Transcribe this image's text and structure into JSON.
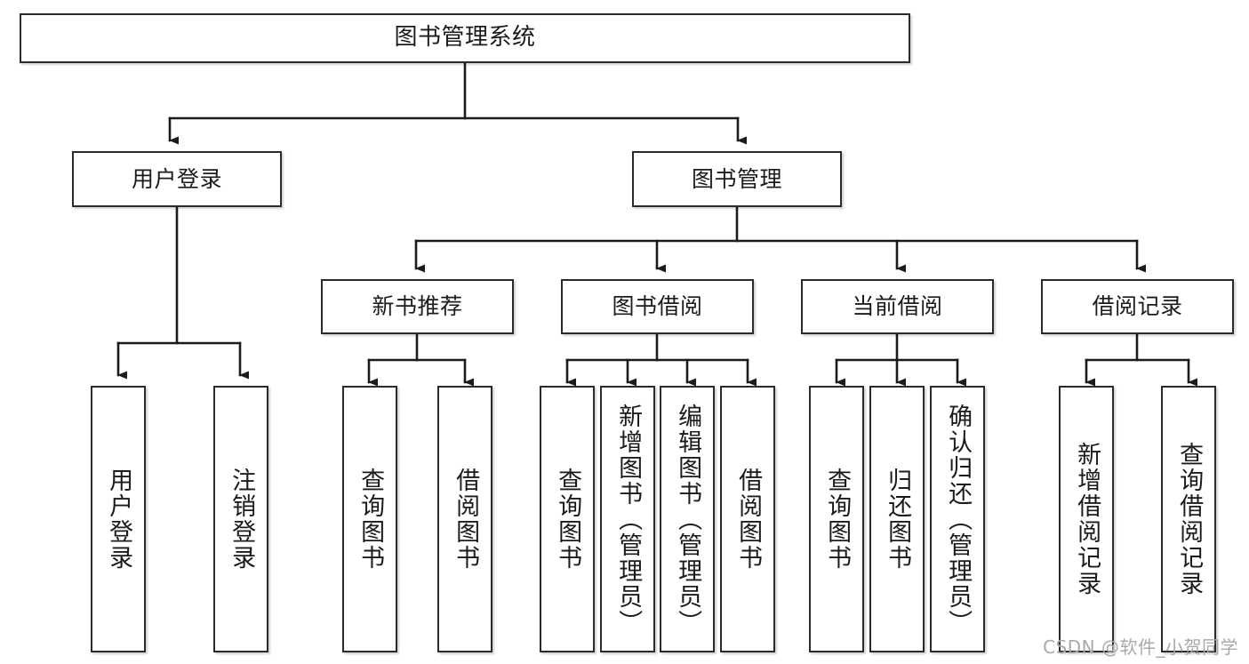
{
  "diagram": {
    "title": "图书管理系统",
    "type": "tree",
    "colors": {
      "box_border": "#2b2b2b",
      "box_fill": "#ffffff",
      "connector": "#1b1b1b",
      "text": "#1b1b1b",
      "watermark": "#a9a9a9",
      "background": "#ffffff"
    },
    "nodes": {
      "root": {
        "label": "图书管理系统"
      },
      "level2": [
        {
          "label": "用户登录"
        },
        {
          "label": "图书管理"
        }
      ],
      "level3": [
        {
          "label": "新书推荐"
        },
        {
          "label": "图书借阅"
        },
        {
          "label": "当前借阅"
        },
        {
          "label": "借阅记录"
        }
      ],
      "leaves": {
        "user_login": [
          {
            "label": "用户登录"
          },
          {
            "label": "注销登录"
          }
        ],
        "new_book_recommend": [
          {
            "label": "查询图书"
          },
          {
            "label": "借阅图书"
          }
        ],
        "book_borrow": [
          {
            "label": "查询图书"
          },
          {
            "label": "新增图书（管理员）"
          },
          {
            "label": "编辑图书（管理员）"
          },
          {
            "label": "借阅图书"
          }
        ],
        "current_borrow": [
          {
            "label": "查询图书"
          },
          {
            "label": "归还图书"
          },
          {
            "label": "确认归还（管理员）"
          }
        ],
        "borrow_record": [
          {
            "label": "新增借阅记录"
          },
          {
            "label": "查询借阅记录"
          }
        ]
      }
    },
    "watermark": "CSDN @软件_小贺同学"
  }
}
